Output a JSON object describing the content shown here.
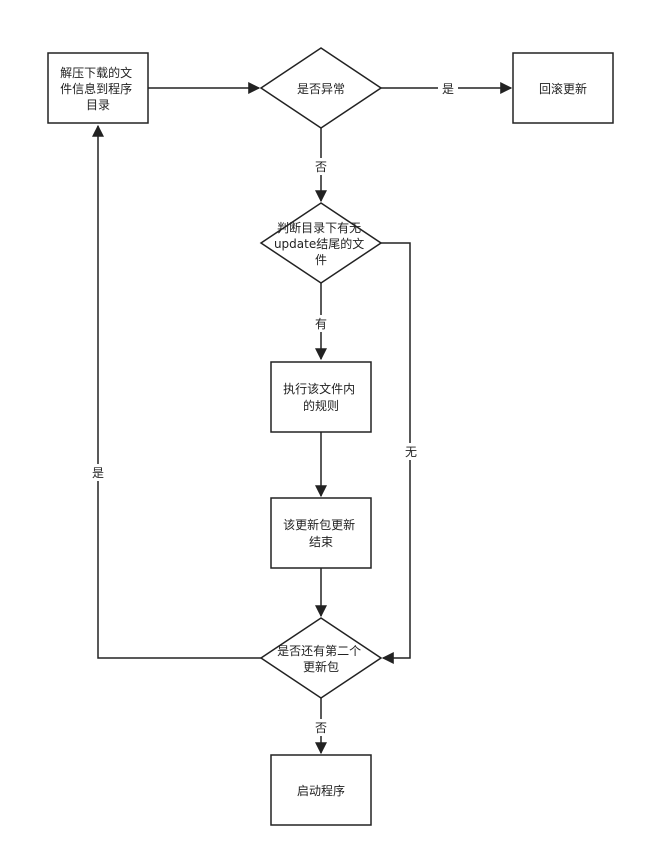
{
  "nodes": {
    "extract": [
      "解压下载的文",
      "件信息到程序",
      "目录"
    ],
    "is_abnormal": [
      "是否异常"
    ],
    "rollback": [
      "回滚更新"
    ],
    "check_update_file": [
      "判断目录下有无",
      "update结尾的文",
      "件"
    ],
    "execute_rules": [
      "执行该文件内",
      "的规则"
    ],
    "update_done": [
      "该更新包更新",
      "结束"
    ],
    "has_second_package": [
      "是否还有第二个",
      "更新包"
    ],
    "start_program": [
      "启动程序"
    ]
  },
  "edge_labels": {
    "abnormal_yes": "是",
    "abnormal_no": "否",
    "has_file": "有",
    "no_file": "无",
    "second_yes": "是",
    "second_no": "否"
  }
}
